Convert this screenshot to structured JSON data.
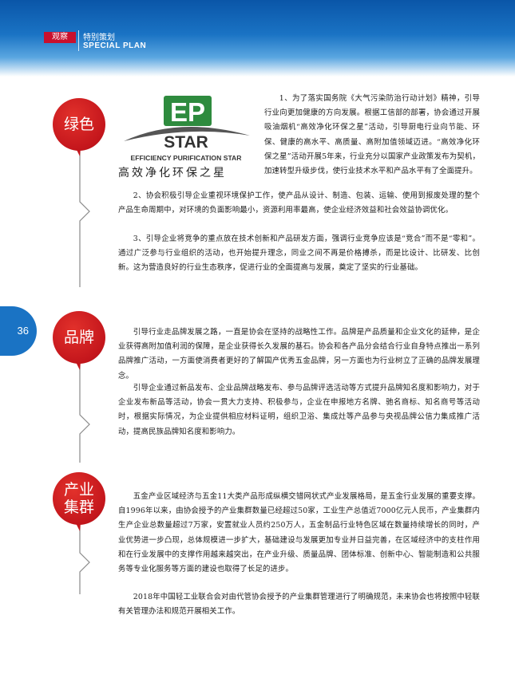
{
  "header": {
    "tag": "观察",
    "title_cn": "特别策划",
    "title_en": "SPECIAL PLAN"
  },
  "page_number": "36",
  "logo": {
    "mark": "EP",
    "word": "STAR",
    "tagline": "EFFICIENCY PURIFICATION STAR",
    "caption_cn": "高效净化环保之星",
    "brand_green": "#2e8b3e"
  },
  "colors": {
    "accent_red": "#c4161c",
    "header_blue": "#1a73c4",
    "timeline_gray": "#8a8a8a"
  },
  "sections": [
    {
      "label": "绿色",
      "paragraphs": [
        "1、为了落实国务院《大气污染防治行动计划》精神，引导行业向更加健康的方向发展。根据工信部的部署，协会通过开展吸油烟机“高效净化环保之星”活动，引导厨电行业向节能、环保、健康的高水平、高质量、高附加值领域迈进。“高效净化环保之星”活动开展5年来，行业充分以国家产业政策发布为契机，加速转型升级步伐，使行业技术水平和产品水平有了全面提升。",
        "2、协会积极引导企业重视环境保护工作，使产品从设计、制造、包装、运输、使用到报废处理的整个产品生命周期中，对环境的负面影响最小，资源利用率最高，使企业经济效益和社会效益协调优化。",
        "3、引导企业将竞争的重点放在技术创新和产品研发方面，强调行业竞争应该是“竞合”而不是“零和”。通过广泛参与行业组织的活动，也开始提升理念，同业之间不再是价格搏杀，而是比设计、比研发、比创新。这为营造良好的行业生态秩序，促进行业的全面提高与发展，奠定了坚实的行业基础。"
      ]
    },
    {
      "label": "品牌",
      "paragraphs": [
        "引导行业走品牌发展之路，一直是协会在坚持的战略性工作。品牌是产品质量和企业文化的延伸，是企业获得高附加值利润的保障，是企业获得长久发展的基石。协会和各产品分会结合行业自身特点推出一系列品牌推广活动，一方面使消费者更好的了解国产优秀五金品牌，另一方面也为行业树立了正确的品牌发展理念。",
        "引导企业通过新品发布、企业品牌战略发布、参与品牌评选活动等方式提升品牌知名度和影响力，对于企业发布新品等活动，协会一贯大力支持、积极参与，企业在申报地方名牌、驰名商标、知名商号等活动时，根据实际情况，为企业提供相应材料证明，组织卫浴、集成灶等产品参与央视品牌公信力集成推广活动，提高民族品牌知名度和影响力。"
      ]
    },
    {
      "label_line1": "产业",
      "label_line2": "集群",
      "paragraphs": [
        "五金产业区域经济与五金11大类产品形成纵横交错网状式产业发展格局，是五金行业发展的重要支撑。自1996年以来，由协会授予的产业集群数量已经超过50家，工业生产总值近7000亿元人民币，产业集群内生产企业总数量超过7万家，安置就业人员约250万人，五金制品行业特色区域在数量持续增长的同时，产业优势进一步凸现，总体规模进一步扩大，基础建设与发展更加专业并日益完善，在区域经济中的支柱作用和在行业发展中的支撑作用越来越突出，在产业升级、质量品牌、团体标准、创新中心、智能制造和公共服务等专业化服务等方面的建设也取得了长足的进步。",
        "2018年中国轻工业联合会对由代管协会授予的产业集群管理进行了明确规范，未来协会也将按照中轻联有关管理办法和规范开展相关工作。"
      ]
    }
  ]
}
